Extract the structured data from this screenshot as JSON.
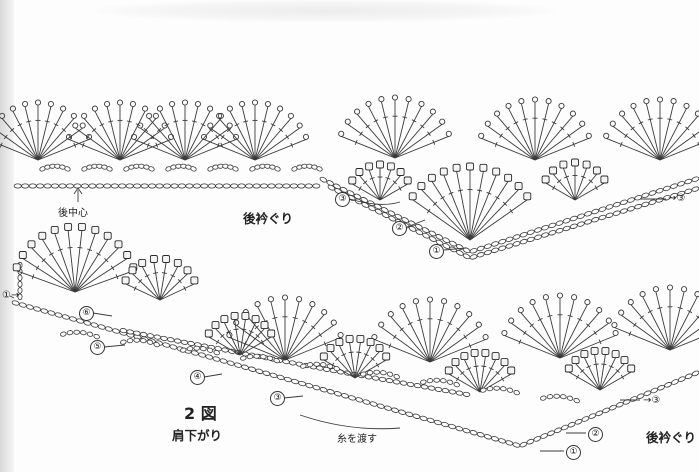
{
  "labels": {
    "center_back": "後中心",
    "back_neck_top": "後衿ぐり",
    "back_neck_bottom": "後衿ぐり",
    "figure_number": "2 図",
    "shoulder_slope": "肩下がり",
    "pass_yarn": "糸を渡す"
  },
  "row_markers": {
    "top": [
      "③",
      "②",
      "①",
      "→③"
    ],
    "top_left": "①→",
    "bottom": [
      "⑥",
      "⑤",
      "④",
      "③",
      "②",
      "①",
      "→③"
    ]
  },
  "colors": {
    "ink": "#3a3a3a",
    "paper": "#fdfdfd"
  }
}
